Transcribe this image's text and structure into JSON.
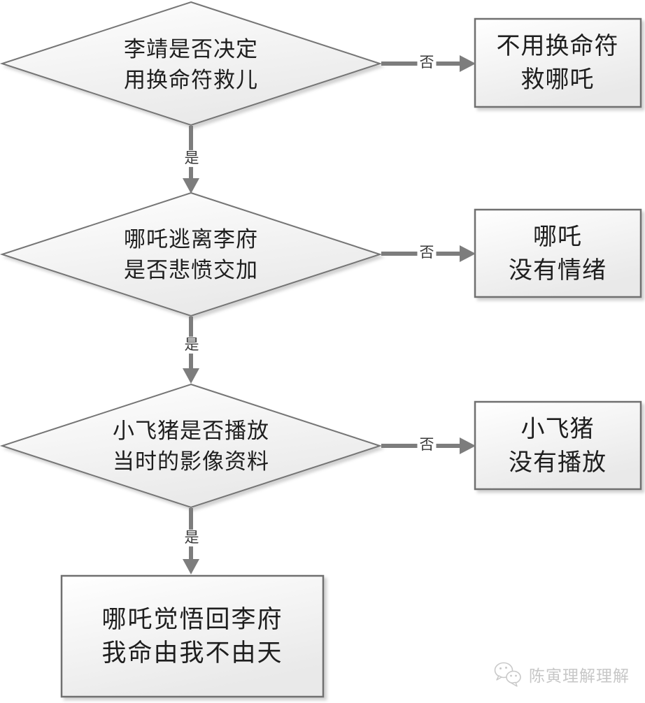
{
  "flowchart": {
    "labels": {
      "yes": "是",
      "no": "否"
    },
    "decisions": [
      {
        "line1": "李靖是否决定",
        "line2": "用换命符救儿"
      },
      {
        "line1": "哪吒逃离李府",
        "line2": "是否悲愤交加"
      },
      {
        "line1": "小飞猪是否播放",
        "line2": "当时的影像资料"
      }
    ],
    "no_results": [
      {
        "line1": "不用换命符",
        "line2": "救哪吒"
      },
      {
        "line1": "哪吒",
        "line2": "没有情绪"
      },
      {
        "line1": "小飞猪",
        "line2": "没有播放"
      }
    ],
    "final": {
      "line1": "哪吒觉悟回李府",
      "line2": "我命由我不由天"
    },
    "colors": {
      "shape_stroke": "#757575",
      "arrow": "#7d7d7d",
      "shape_fill_top": "#fdfdfd",
      "shape_fill_bottom": "#e9e9e9",
      "text": "#1e1e1e",
      "edge_label_text": "#3a3a3a",
      "watermark": "#c7c7c7"
    }
  },
  "watermark": {
    "icon": "wechat-chat-bubbles",
    "text": "陈寅理解理解"
  }
}
